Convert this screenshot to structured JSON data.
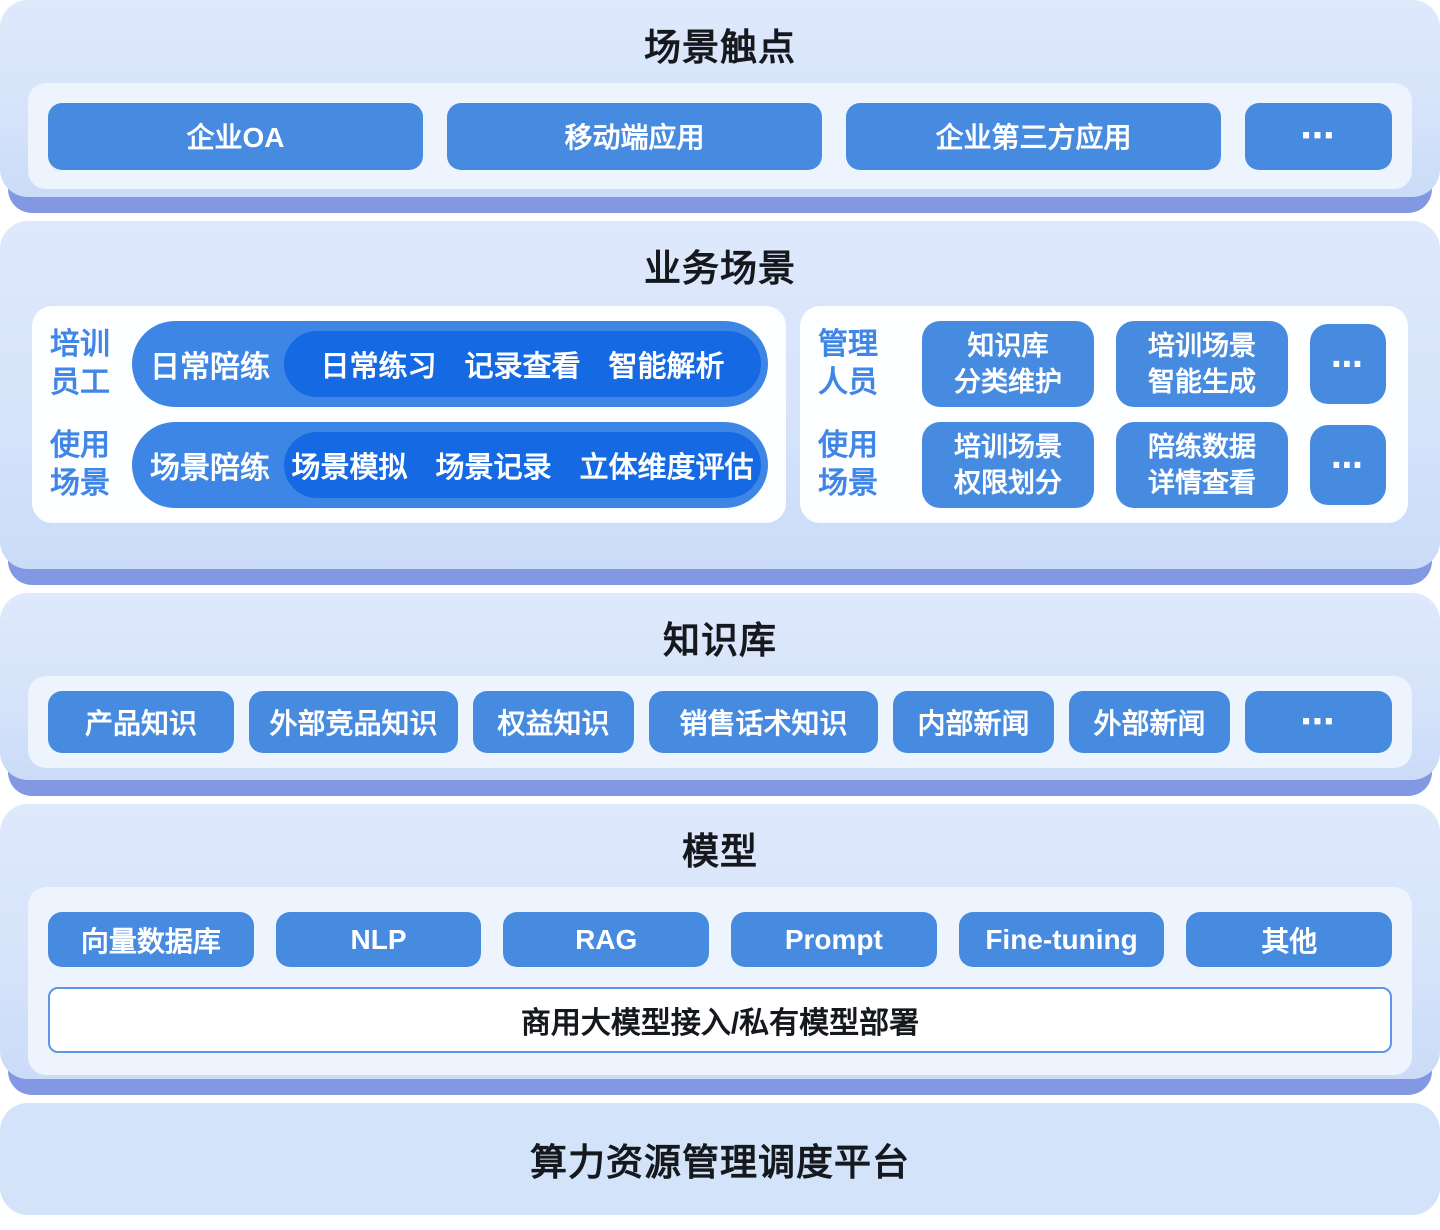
{
  "palette": {
    "button_blue": "#478be1",
    "pill_blue": "#3e86e6",
    "pill_inner_blue": "#1569e3",
    "label_blue": "#3f86e6",
    "base_strip_blue": "#8298e2",
    "panel_gradient_top": "#dfe9fc",
    "panel_gradient_bottom": "#cbdcf8",
    "inner_strip": "#edf4fd",
    "subpanel_white": "#fcfeff",
    "platform_panel": "#d2e3fa",
    "title_text": "#15181d",
    "button_text": "#ffffff"
  },
  "touchpoints": {
    "title": "场景触点",
    "buttons": [
      "企业OA",
      "移动端应用",
      "企业第三方应用"
    ],
    "more": "⋯"
  },
  "business": {
    "title": "业务场景",
    "left": {
      "rows": [
        {
          "label_line1": "培训",
          "label_line2": "员工",
          "pill_label": "日常陪练",
          "items": [
            "日常练习",
            "记录查看",
            "智能解析"
          ]
        },
        {
          "label_line1": "使用",
          "label_line2": "场景",
          "pill_label": "场景陪练",
          "items": [
            "场景模拟",
            "场景记录",
            "立体维度评估"
          ]
        }
      ]
    },
    "right": {
      "rows": [
        {
          "label_line1": "管理",
          "label_line2": "人员",
          "buttons": [
            {
              "line1": "知识库",
              "line2": "分类维护"
            },
            {
              "line1": "培训场景",
              "line2": "智能生成"
            }
          ],
          "more": "⋯"
        },
        {
          "label_line1": "使用",
          "label_line2": "场景",
          "buttons": [
            {
              "line1": "培训场景",
              "line2": "权限划分"
            },
            {
              "line1": "陪练数据",
              "line2": "详情查看"
            }
          ],
          "more": "⋯"
        }
      ]
    }
  },
  "knowledge": {
    "title": "知识库",
    "buttons": [
      "产品知识",
      "外部竞品知识",
      "权益知识",
      "销售话术知识",
      "内部新闻",
      "外部新闻"
    ],
    "more": "⋯"
  },
  "model": {
    "title": "模型",
    "buttons": [
      "向量数据库",
      "NLP",
      "RAG",
      "Prompt",
      "Fine-tuning",
      "其他"
    ],
    "bar": "商用大模型接入/私有模型部署"
  },
  "platform": {
    "title": "算力资源管理调度平台"
  }
}
